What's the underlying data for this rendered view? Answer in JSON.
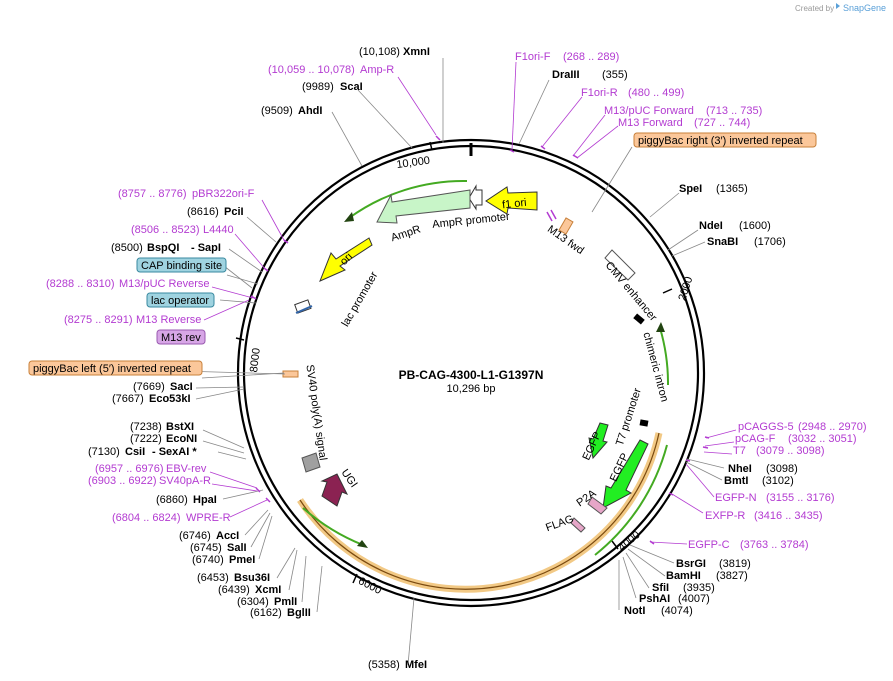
{
  "watermark": {
    "created_by": "Created by",
    "brand": "SnapGene"
  },
  "plasmid": {
    "name": "PB-CAG-4300-L1-G1397N",
    "length": "10,296 bp"
  },
  "ticks": [
    "2000",
    "4000",
    "6000",
    "8000",
    "10,000"
  ],
  "colors": {
    "backbone": "#000000",
    "primer": "#b33bd1",
    "yellow": "#ffff00",
    "green": "#22ee22",
    "pale_green": "#c8f5c8",
    "orange_fill": "#fbc79a",
    "orange_stroke": "#c8803a",
    "blue_fill": "#9fd3e0",
    "purple_fill": "#d7a6e6",
    "ugi": "#8b2252",
    "gray_box": "#a0a0a0",
    "orf_arc": "#f0c070"
  },
  "enzymes": [
    {
      "name": "XmnI",
      "pos": "(10,108)"
    },
    {
      "name": "DraIII",
      "pos": "(355)"
    },
    {
      "name": "ScaI",
      "pos": "(9989)"
    },
    {
      "name": "AhdI",
      "pos": "(9509)"
    },
    {
      "name": "SpeI",
      "pos": "(1365)"
    },
    {
      "name": "NdeI",
      "pos": "(1600)"
    },
    {
      "name": "SnaBI",
      "pos": "(1706)"
    },
    {
      "name": "PciI",
      "pos": "(8616)"
    },
    {
      "name": "BspQI",
      "pos": "(8500)",
      "suffix": "- SapI"
    },
    {
      "name": "SacI",
      "pos": "(7669)"
    },
    {
      "name": "Eco53kI",
      "pos": "(7667)"
    },
    {
      "name": "BstXI",
      "pos": "(7238)"
    },
    {
      "name": "EcoNI",
      "pos": "(7222)"
    },
    {
      "name": "CsiI",
      "pos": "(7130)",
      "suffix": "- SexAI *"
    },
    {
      "name": "HpaI",
      "pos": "(6860)"
    },
    {
      "name": "AccI",
      "pos": "(6746)"
    },
    {
      "name": "SalI",
      "pos": "(6745)"
    },
    {
      "name": "PmeI",
      "pos": "(6740)"
    },
    {
      "name": "Bsu36I",
      "pos": "(6453)"
    },
    {
      "name": "XcmI",
      "pos": "(6439)"
    },
    {
      "name": "PmlI",
      "pos": "(6304)"
    },
    {
      "name": "BglII",
      "pos": "(6162)"
    },
    {
      "name": "MfeI",
      "pos": "(5358)"
    },
    {
      "name": "NheI",
      "pos": "(3098)"
    },
    {
      "name": "BmtI",
      "pos": "(3102)"
    },
    {
      "name": "BsrGI",
      "pos": "(3819)"
    },
    {
      "name": "BamHI",
      "pos": "(3827)"
    },
    {
      "name": "SfiI",
      "pos": "(3935)"
    },
    {
      "name": "PshAI",
      "pos": "(4007)"
    },
    {
      "name": "NotI",
      "pos": "(4074)"
    }
  ],
  "primers": [
    {
      "name": "F1ori-F",
      "range": "(268 .. 289)"
    },
    {
      "name": "F1ori-R",
      "range": "(480 .. 499)"
    },
    {
      "name": "M13/pUC Forward",
      "range": "(713 .. 735)"
    },
    {
      "name": "M13 Forward",
      "range": "(727 .. 744)"
    },
    {
      "name": "Amp-R",
      "range": "(10,059 .. 10,078)"
    },
    {
      "name": "pBR322ori-F",
      "range": "(8757 .. 8776)"
    },
    {
      "name": "L4440",
      "range": "(8506 .. 8523)"
    },
    {
      "name": "M13/pUC Reverse",
      "range": "(8288 .. 8310)"
    },
    {
      "name": "M13 Reverse",
      "range": "(8275 .. 8291)"
    },
    {
      "name": "EBV-rev",
      "range": "(6957 .. 6976)"
    },
    {
      "name": "SV40pA-R",
      "range": "(6903 .. 6922)"
    },
    {
      "name": "WPRE-R",
      "range": "(6804 .. 6824)"
    },
    {
      "name": "pCAGGS-5",
      "range": "(2948 .. 2970)"
    },
    {
      "name": "pCAG-F",
      "range": "(3032 .. 3051)"
    },
    {
      "name": "T7",
      "range": "(3079 .. 3098)"
    },
    {
      "name": "EGFP-N",
      "range": "(3155 .. 3176)"
    },
    {
      "name": "EXFP-R",
      "range": "(3416 .. 3435)"
    },
    {
      "name": "EGFP-C",
      "range": "(3763 .. 3784)"
    }
  ],
  "boxed_labels": {
    "pb_right": "piggyBac right (3′) inverted repeat",
    "pb_left": "piggyBac left (5′) inverted repeat",
    "cap": "CAP binding site",
    "lac_op": "lac operator",
    "m13rev": "M13 rev"
  },
  "features": {
    "f1ori": "f1 ori",
    "ampr": "AmpR",
    "ampr_promoter": "AmpR promoter",
    "ori": "ori",
    "lac_promoter": "lac promoter",
    "m13fwd": "M13 fwd",
    "cmv": "CMV enhancer",
    "chimeric": "chimeric intron",
    "t7prom": "T7 promoter",
    "egfp1": "EGFP",
    "egfp2": "EGFP",
    "p2a": "P2A",
    "flag": "FLAG",
    "sv40": "SV40 poly(A) signal",
    "ugi": "UGI"
  }
}
